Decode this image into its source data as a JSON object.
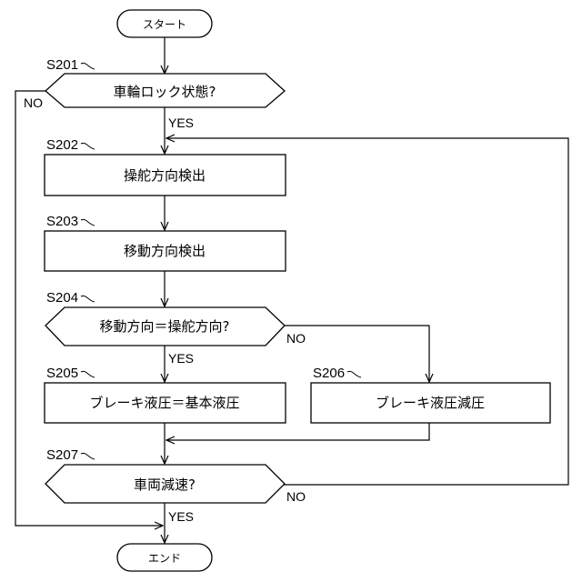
{
  "steps": {
    "start": "スタート",
    "s201_label": "S201",
    "s201": "車輪ロック状態?",
    "s202_label": "S202",
    "s202": "操舵方向検出",
    "s203_label": "S203",
    "s203": "移動方向検出",
    "s204_label": "S204",
    "s204": "移動方向＝操舵方向?",
    "s205_label": "S205",
    "s205": "ブレーキ液圧＝基本液圧",
    "s206_label": "S206",
    "s206": "ブレーキ液圧減圧",
    "s207_label": "S207",
    "s207": "車両減速?",
    "end": "エンド"
  },
  "branches": {
    "yes": "YES",
    "no": "NO"
  }
}
